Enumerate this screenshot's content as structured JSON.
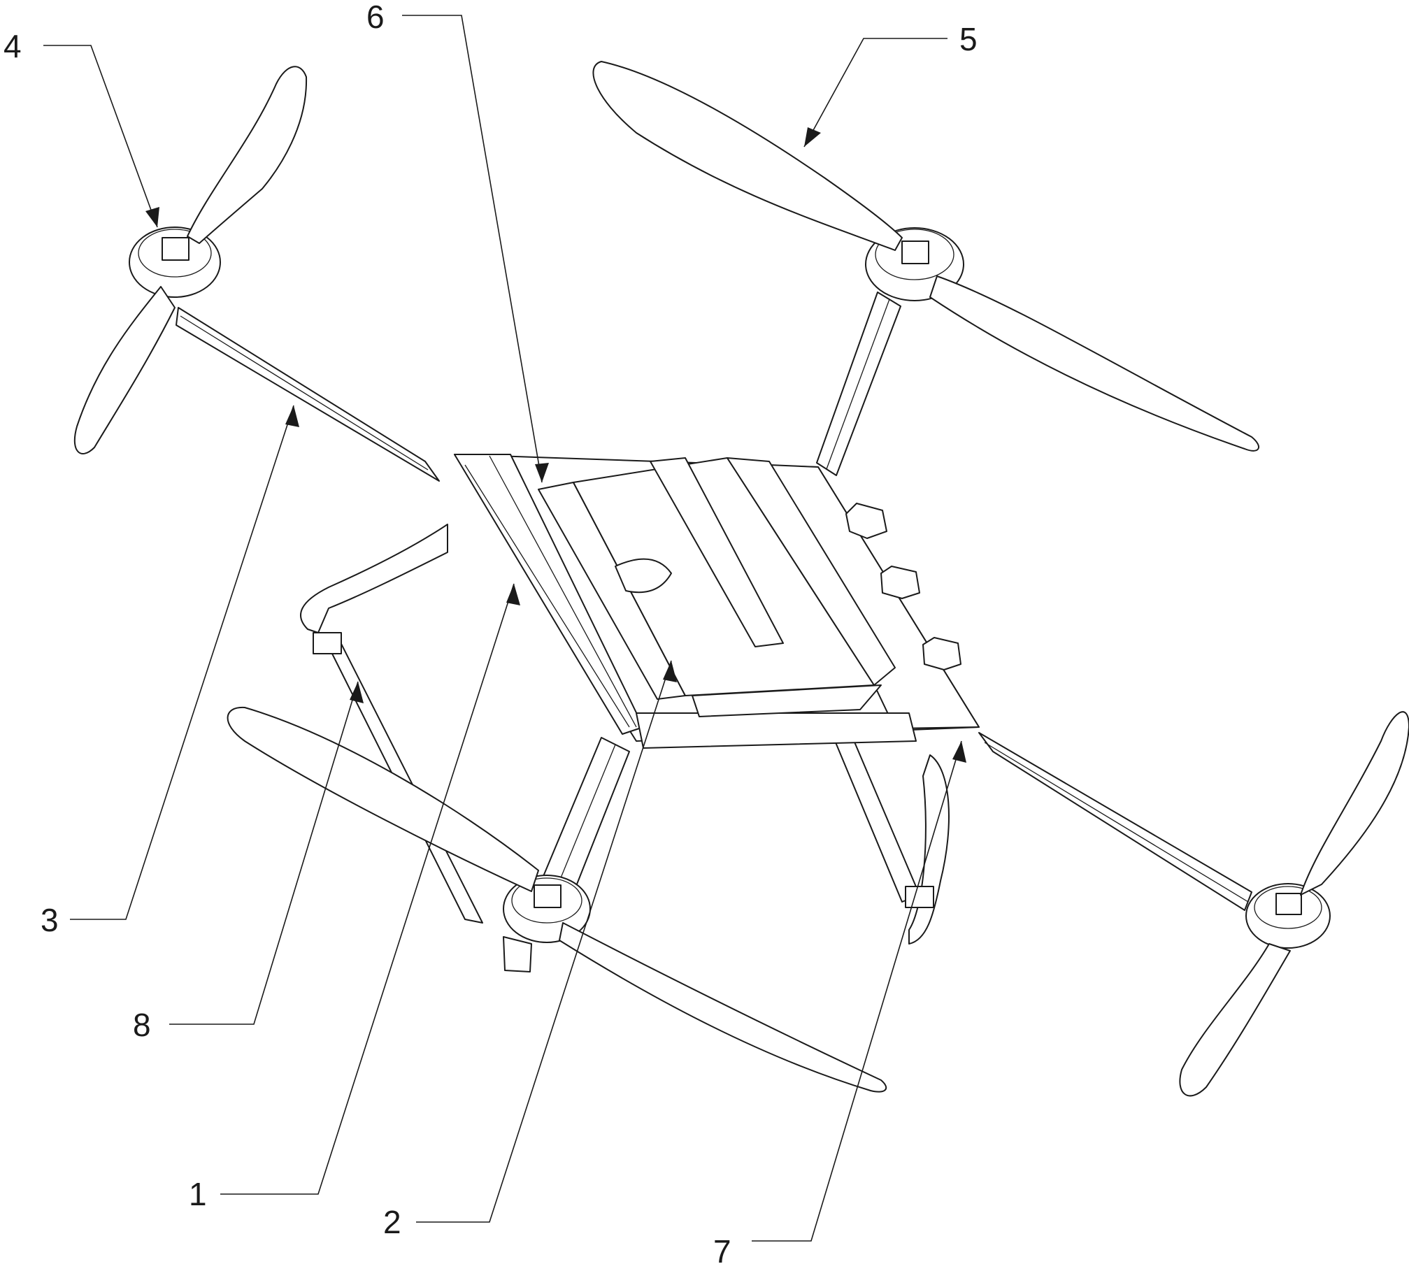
{
  "figure": {
    "subject": "quadcopter-drone-perspective",
    "callouts": [
      {
        "id": "c1",
        "label": "1"
      },
      {
        "id": "c2",
        "label": "2"
      },
      {
        "id": "c3",
        "label": "3"
      },
      {
        "id": "c4",
        "label": "4"
      },
      {
        "id": "c5",
        "label": "5"
      },
      {
        "id": "c6",
        "label": "6"
      },
      {
        "id": "c7",
        "label": "7"
      },
      {
        "id": "c8",
        "label": "8"
      }
    ]
  }
}
